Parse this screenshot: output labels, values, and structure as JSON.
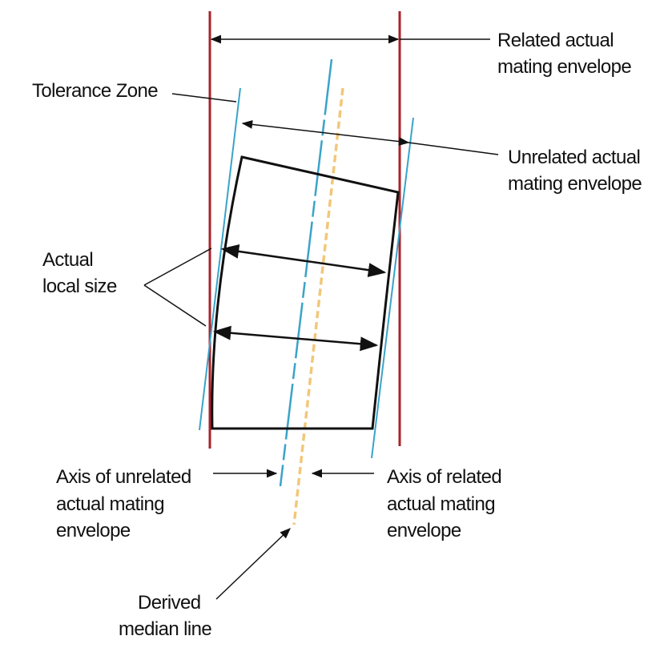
{
  "colors": {
    "envelope_red": "#a8232b",
    "axis_blue": "#3aa3c9",
    "median_orange": "#f2c77a",
    "ink": "#111111"
  },
  "labels": {
    "related_envelope": [
      "Related actual",
      "mating envelope"
    ],
    "tolerance_zone": "Tolerance Zone",
    "unrelated_envelope": [
      "Unrelated actual",
      "mating envelope"
    ],
    "actual_local_size": [
      "Actual",
      "local size"
    ],
    "axis_unrelated": [
      "Axis of unrelated",
      "actual mating",
      "envelope"
    ],
    "axis_related": [
      "Axis of related",
      "actual mating",
      "envelope"
    ],
    "derived_median": [
      "Derived",
      "median line"
    ]
  }
}
